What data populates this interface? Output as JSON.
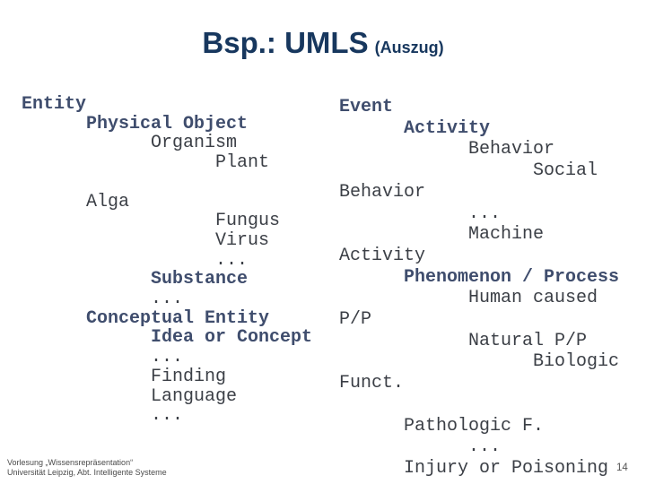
{
  "title": {
    "main": "Bsp.: UMLS",
    "suffix": "(Auszug)"
  },
  "colors": {
    "title": "#17375e",
    "bold": "#3f4d6d",
    "regular": "#3b3f46",
    "footer": "#4a4a4a",
    "page_number": "#545454"
  },
  "tree_left": {
    "items": [
      {
        "text": "Entity",
        "indent": 0,
        "bold": true,
        "gap_before": 0
      },
      {
        "text": "Physical Object",
        "indent": 1,
        "bold": true,
        "gap_before": 0
      },
      {
        "text": "Organism",
        "indent": 2,
        "bold": false,
        "gap_before": 0
      },
      {
        "text": "Plant",
        "indent": 3,
        "bold": false,
        "gap_before": 0
      },
      {
        "text": "Alga",
        "indent": 1,
        "bold": false,
        "gap_before": 1
      },
      {
        "text": "Fungus",
        "indent": 3,
        "bold": false,
        "gap_before": 0
      },
      {
        "text": "Virus",
        "indent": 3,
        "bold": false,
        "gap_before": 0
      },
      {
        "text": "...",
        "indent": 3,
        "bold": false,
        "gap_before": 0
      },
      {
        "text": "Substance",
        "indent": 2,
        "bold": true,
        "gap_before": 0
      },
      {
        "text": "...",
        "indent": 2,
        "bold": false,
        "gap_before": 0
      },
      {
        "text": "Conceptual Entity",
        "indent": 1,
        "bold": true,
        "gap_before": 0
      },
      {
        "text": "Idea or Concept",
        "indent": 2,
        "bold": true,
        "gap_before": 0
      },
      {
        "text": "...",
        "indent": 2,
        "bold": false,
        "gap_before": 0
      },
      {
        "text": "Finding",
        "indent": 2,
        "bold": false,
        "gap_before": 0
      },
      {
        "text": "Language",
        "indent": 2,
        "bold": false,
        "gap_before": 0
      },
      {
        "text": "...",
        "indent": 2,
        "bold": false,
        "gap_before": 0
      }
    ]
  },
  "tree_right": {
    "items": [
      {
        "text": "Event",
        "indent": 0,
        "bold": true,
        "gap_before": 0
      },
      {
        "text": "Activity",
        "indent": 1,
        "bold": true,
        "gap_before": 0
      },
      {
        "text": "Behavior",
        "indent": 2,
        "bold": false,
        "gap_before": 0
      },
      {
        "text": "Social",
        "indent": 3,
        "bold": false,
        "gap_before": 0
      },
      {
        "text": "Behavior",
        "indent": 0,
        "bold": false,
        "gap_before": 0
      },
      {
        "text": "...",
        "indent": 2,
        "bold": false,
        "gap_before": 0
      },
      {
        "text": "Machine",
        "indent": 2,
        "bold": false,
        "gap_before": 0
      },
      {
        "text": "Activity",
        "indent": 0,
        "bold": false,
        "gap_before": 0
      },
      {
        "text": "Phenomenon / Process",
        "indent": 1,
        "bold": true,
        "gap_before": 0
      },
      {
        "text": "Human caused",
        "indent": 2,
        "bold": false,
        "gap_before": 0
      },
      {
        "text": "P/P",
        "indent": 0,
        "bold": false,
        "gap_before": 0
      },
      {
        "text": "Natural P/P",
        "indent": 2,
        "bold": false,
        "gap_before": 0
      },
      {
        "text": "Biologic",
        "indent": 3,
        "bold": false,
        "gap_before": 0
      },
      {
        "text": "Funct.",
        "indent": 0,
        "bold": false,
        "gap_before": 0
      },
      {
        "text": "Pathologic F.",
        "indent": 1,
        "bold": false,
        "gap_before": 1
      },
      {
        "text": "...",
        "indent": 2,
        "bold": false,
        "gap_before": 0
      },
      {
        "text": "Injury or Poisoning",
        "indent": 1,
        "bold": false,
        "gap_before": 0
      }
    ]
  },
  "footer": {
    "line1": "Vorlesung „Wissensrepräsentation“",
    "line2": "Universität Leipzig, Abt. Intelligente Systeme"
  },
  "page_number": "14"
}
